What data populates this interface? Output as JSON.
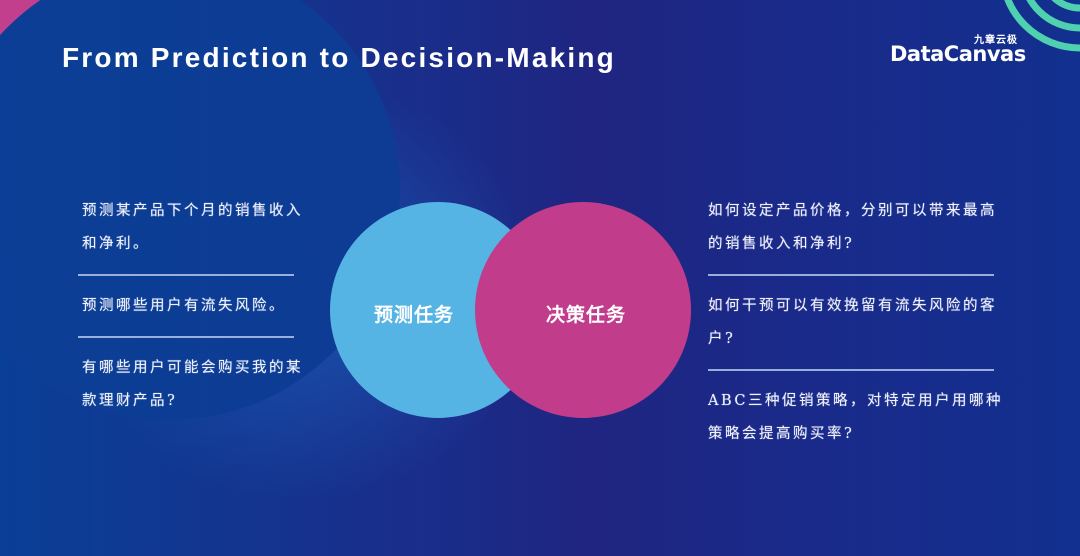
{
  "slide": {
    "title": "From Prediction to Decision-Making",
    "logo": {
      "chinese": "九章云极",
      "english": "DataCanvas"
    },
    "colors": {
      "background": "#1a2d8a",
      "prediction_circle": "#55b4e3",
      "decision_circle": "#c13d8c",
      "corner_arc": "#c23f8e",
      "rings": "#4fd1b0",
      "divider": "#a9bde6"
    }
  },
  "venn": {
    "prediction_label": "预测任务",
    "decision_label": "决策任务"
  },
  "prediction_tasks": [
    "预测某产品下个月的销售收入和净利。",
    "预测哪些用户有流失风险。",
    "有哪些用户可能会购买我的某款理财产品?"
  ],
  "decision_tasks": [
    "如何设定产品价格，分别可以带来最高的销售收入和净利?",
    "如何干预可以有效挽留有流失风险的客户?",
    "ABC三种促销策略，对特定用户用哪种策略会提高购买率?"
  ]
}
